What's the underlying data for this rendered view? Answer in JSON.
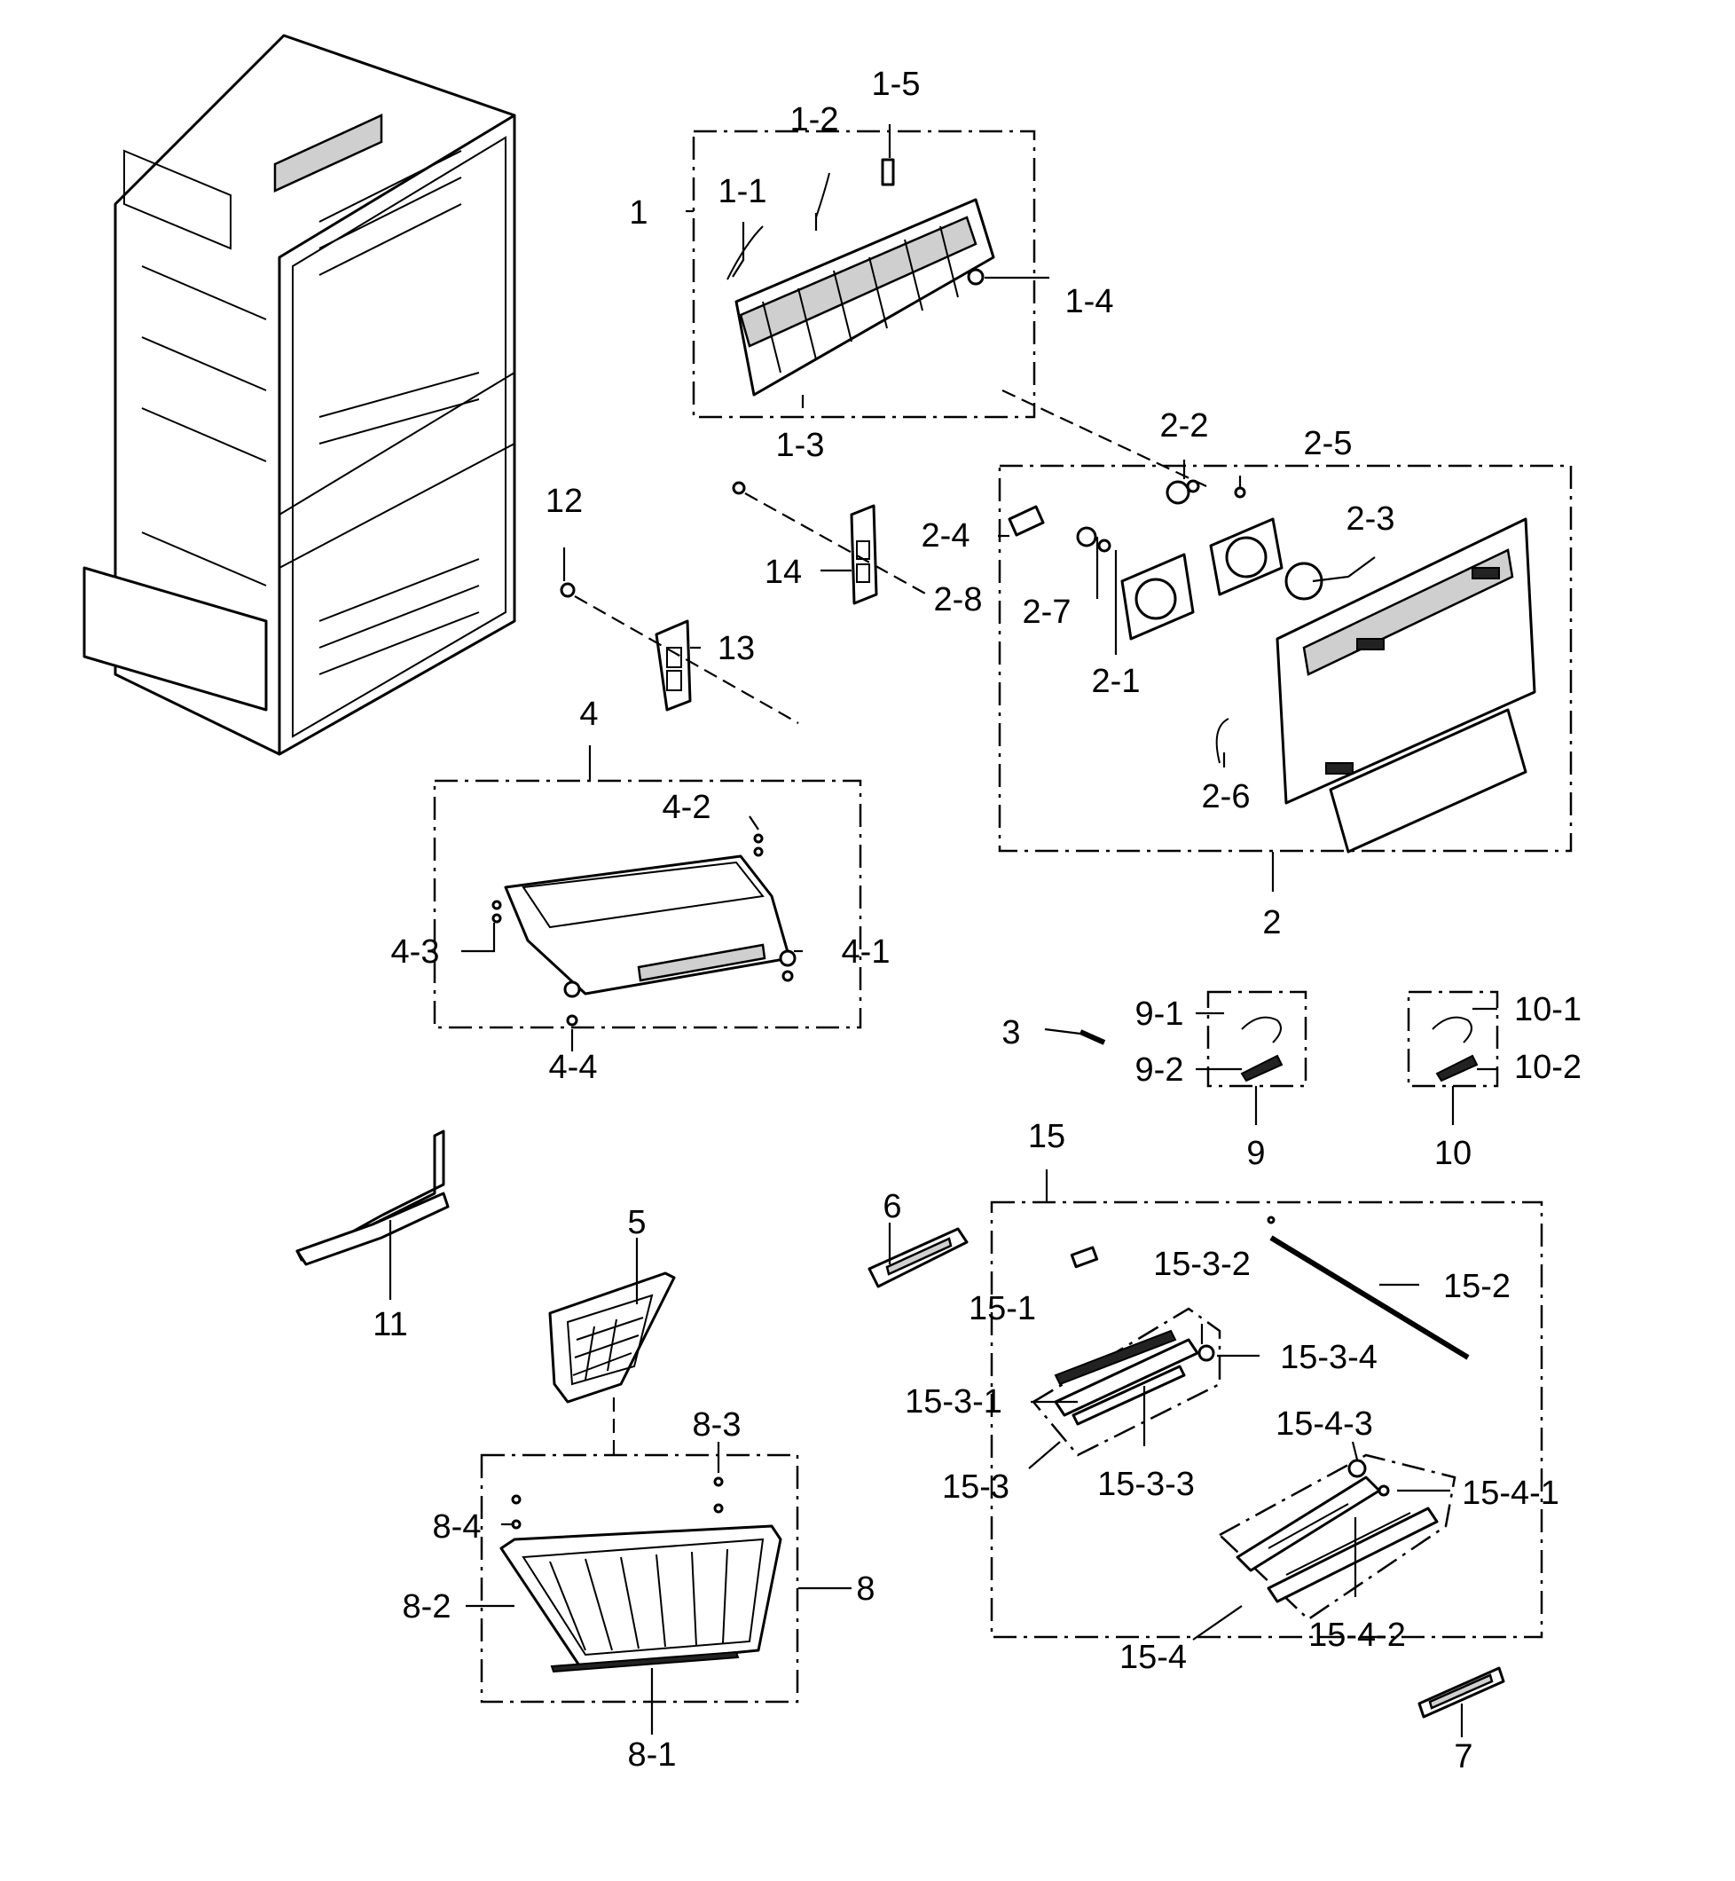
{
  "callouts": [
    "1",
    "1-1",
    "1-2",
    "1-3",
    "1-4",
    "1-5",
    "2",
    "2-1",
    "2-2",
    "2-3",
    "2-4",
    "2-5",
    "2-6",
    "2-7",
    "2-8",
    "3",
    "4",
    "4-1",
    "4-2",
    "4-3",
    "4-4",
    "5",
    "6",
    "7",
    "8",
    "8-1",
    "8-2",
    "8-3",
    "8-4",
    "9",
    "9-1",
    "9-2",
    "10",
    "10-1",
    "10-2",
    "11",
    "12",
    "13",
    "14",
    "15",
    "15-1",
    "15-2",
    "15-3",
    "15-3-1",
    "15-3-2",
    "15-3-3",
    "15-3-4",
    "15-4",
    "15-4-1",
    "15-4-2",
    "15-4-3"
  ],
  "parts": [
    {
      "id": "cabinet",
      "icon": "refrigerator-cabinet-icon"
    },
    {
      "id": "1",
      "icon": "evaporator-assembly-icon"
    },
    {
      "id": "2",
      "icon": "fan-cover-assembly-icon"
    },
    {
      "id": "3",
      "icon": "sensor-probe-icon"
    },
    {
      "id": "4",
      "icon": "tray-drawer-icon"
    },
    {
      "id": "5",
      "icon": "filter-cover-icon"
    },
    {
      "id": "6",
      "icon": "rail-bracket-icon"
    },
    {
      "id": "7",
      "icon": "connector-block-icon"
    },
    {
      "id": "8",
      "icon": "basket-drawer-icon"
    },
    {
      "id": "9",
      "icon": "wire-harness-icon"
    },
    {
      "id": "10",
      "icon": "wire-harness-icon"
    },
    {
      "id": "11",
      "icon": "duct-bracket-icon"
    },
    {
      "id": "12",
      "icon": "screw-icon"
    },
    {
      "id": "13",
      "icon": "bracket-icon"
    },
    {
      "id": "14",
      "icon": "bracket-icon"
    },
    {
      "id": "15",
      "icon": "slide-rail-assembly-icon"
    }
  ],
  "colors": {
    "ink": "#000000",
    "paper": "#ffffff",
    "shade": "#cfcfcf"
  }
}
